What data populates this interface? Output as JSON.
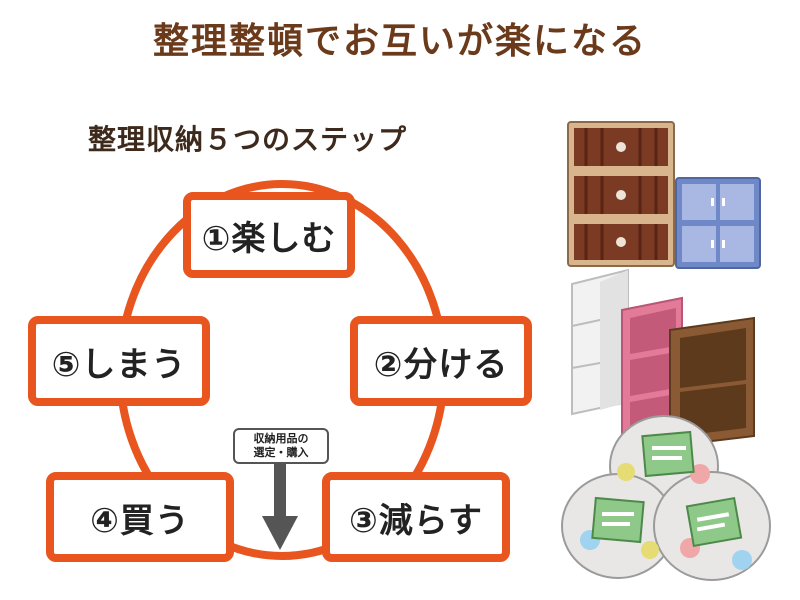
{
  "title": "整理整頓でお互いが楽になる",
  "subtitle": "整理収納５つのステップ",
  "steps": [
    {
      "label": "①楽しむ"
    },
    {
      "label": "②分ける"
    },
    {
      "label": "③減らす"
    },
    {
      "label": "④買う"
    },
    {
      "label": "⑤しまう"
    }
  ],
  "callout": {
    "line1": "収納用品の",
    "line2": "選定・購入"
  },
  "colors": {
    "accent": "#e8551e",
    "title": "#6b3a1b",
    "arrow": "#555555"
  },
  "illustrations": [
    "drawer-chest-icon",
    "blue-cabinet-icon",
    "white-shelf-icon",
    "pink-shelf-icon",
    "brown-shelf-icon",
    "garbage-bags-icon"
  ]
}
